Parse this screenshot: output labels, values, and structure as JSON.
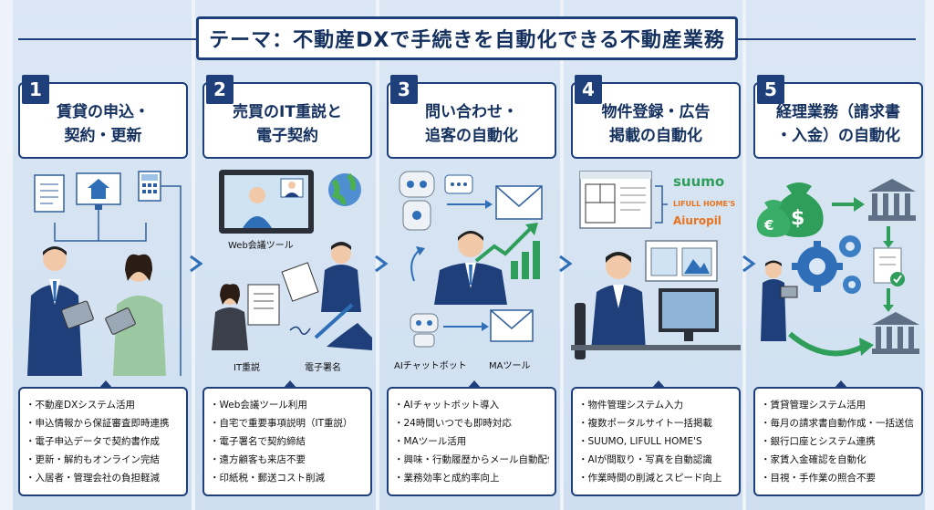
{
  "title": "テーマ：不動産DXで手続きを自動化できる不動産業務",
  "steps": [
    {
      "num": "1",
      "title_line1": "賃貸の申込・",
      "title_line2": "契約・更新",
      "bullets": [
        "不動産DXシステム活用",
        "申込情報から保証審査即時連携",
        "電子申込データで契約書作成",
        "更新・解約もオンライン完結",
        "入居者・管理会社の負担軽減"
      ]
    },
    {
      "num": "2",
      "title_line1": "売買のIT重説と",
      "title_line2": "電子契約",
      "captions": [
        "Web会議ツール",
        "IT重説",
        "電子署名"
      ],
      "bullets": [
        "Web会議ツール利用",
        "自宅で重要事項説明（IT重説）",
        "電子署名で契約締結",
        "遠方顧客も来店不要",
        "印紙税・郵送コスト削減"
      ]
    },
    {
      "num": "3",
      "title_line1": "問い合わせ・",
      "title_line2": "追客の自動化",
      "captions": [
        "AIチャットボット",
        "MAツール"
      ],
      "bullets": [
        "AIチャットボット導入",
        "24時間いつでも即時対応",
        "MAツール活用",
        "興味・行動履歴からメール自動配信",
        "業務効率と成約率向上"
      ]
    },
    {
      "num": "4",
      "title_line1": "物件登録・広告",
      "title_line2": "掲載の自動化",
      "brands": [
        "suumo",
        "LIFULL HOME'S",
        "Aiuropil"
      ],
      "bullets": [
        "物件管理システム入力",
        "複数ポータルサイト一括掲載",
        "SUUMO, LIFULL HOME'S",
        "AIが間取り・写真を自動認識",
        "作業時間の削減とスピード向上"
      ]
    },
    {
      "num": "5",
      "title_line1": "経理業務（請求書",
      "title_line2": "・入金）の自動化",
      "bullets": [
        "賃貸管理システム活用",
        "毎月の請求書自動作成・一括送信",
        "銀行口座とシステム連携",
        "家賃入金確認を自動化",
        "目視・手作業の照合不要"
      ]
    }
  ],
  "colors": {
    "navy": "#1f3f7a",
    "accent_blue": "#2f6fb8",
    "green": "#2e9e5a",
    "bg": "#eef3f9"
  }
}
